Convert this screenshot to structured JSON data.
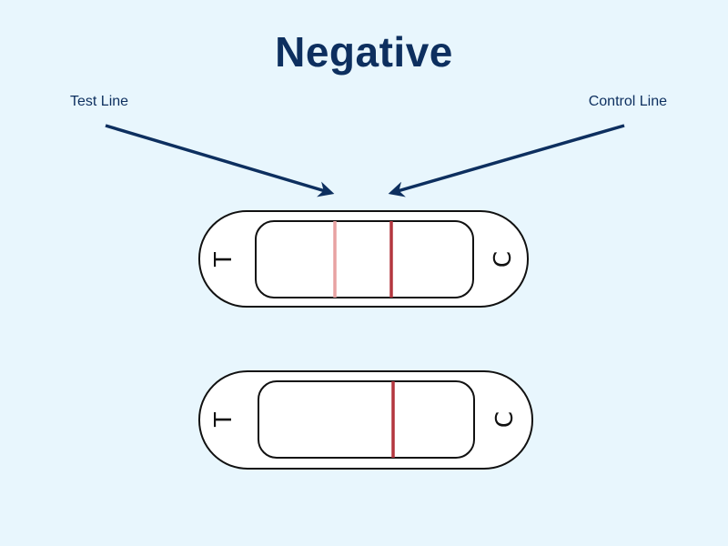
{
  "title": "Negative",
  "labels": {
    "test_line": "Test Line",
    "control_line": "Control Line"
  },
  "cassettes": [
    {
      "name": "cassette-faint-test-line",
      "letters": {
        "left": "T",
        "right": "C"
      },
      "test_line_visible": true,
      "test_line_color": "#e8a2a2",
      "control_line_color": "#b4373f"
    },
    {
      "name": "cassette-no-test-line",
      "letters": {
        "left": "T",
        "right": "C"
      },
      "test_line_visible": false,
      "control_line_color": "#b4373f"
    }
  ],
  "colors": {
    "background": "#e8f6fd",
    "title": "#0d2f5f",
    "arrow": "#0d2f5f",
    "outline": "#111111"
  }
}
